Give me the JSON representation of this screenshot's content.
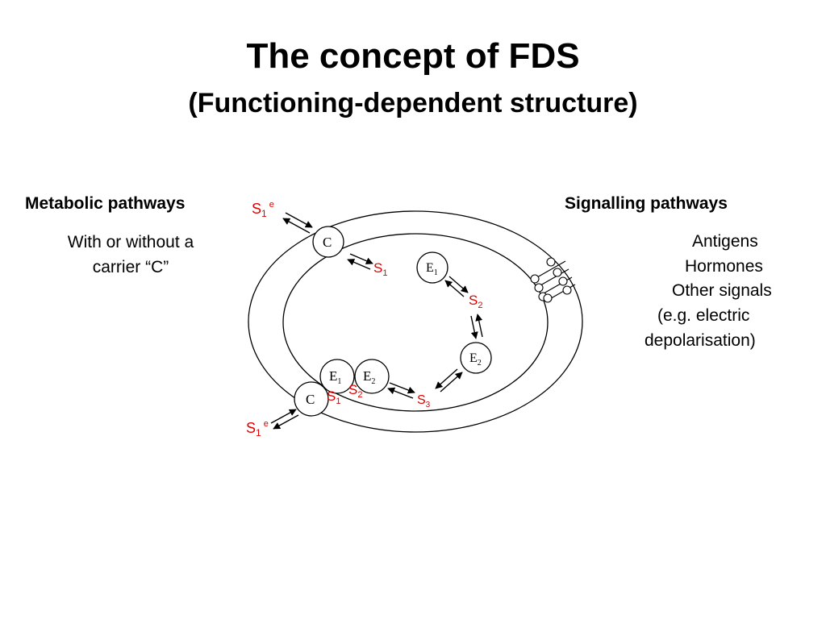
{
  "title": "The concept of FDS",
  "subtitle": "(Functioning-dependent structure)",
  "left": {
    "heading": "Metabolic pathways",
    "line1": "With or without a",
    "line2": "carrier “C”"
  },
  "right": {
    "heading": "Signalling  pathways",
    "items": [
      "Antigens",
      "Hormones",
      "Other signals",
      "(e.g. electric",
      "depolarisation)"
    ]
  },
  "diagram": {
    "carrier_label": "C",
    "enzyme_label": "E",
    "substrate_label": "S",
    "external_superscript": "e",
    "sub1": "1",
    "sub2": "2",
    "sub3": "3"
  }
}
